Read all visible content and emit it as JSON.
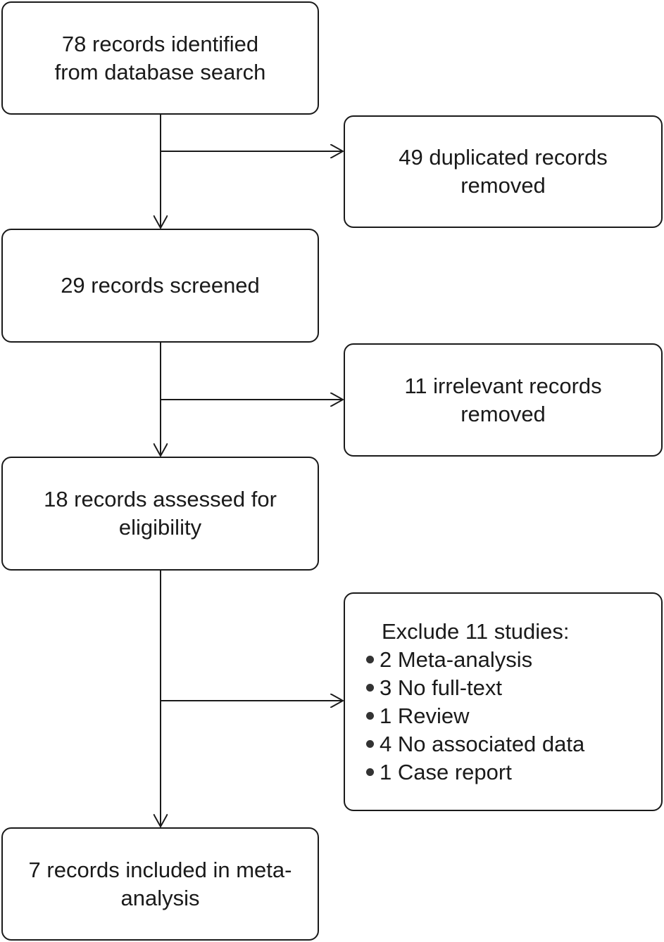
{
  "flow": {
    "identified": [
      "78 records identified",
      "from database search"
    ],
    "duplicates": [
      "49 duplicated records",
      "removed"
    ],
    "screened": [
      "29 records screened"
    ],
    "irrelevant": [
      "11 irrelevant records",
      "removed"
    ],
    "assessed": [
      "18 records assessed for",
      "eligibility"
    ],
    "excluded": {
      "title": "Exclude 11 studies:",
      "items": [
        "2 Meta-analysis",
        "3 No full-text",
        "1 Review",
        "4 No associated data",
        "1 Case report"
      ]
    },
    "included": [
      "7 records included in meta-",
      "analysis"
    ]
  }
}
